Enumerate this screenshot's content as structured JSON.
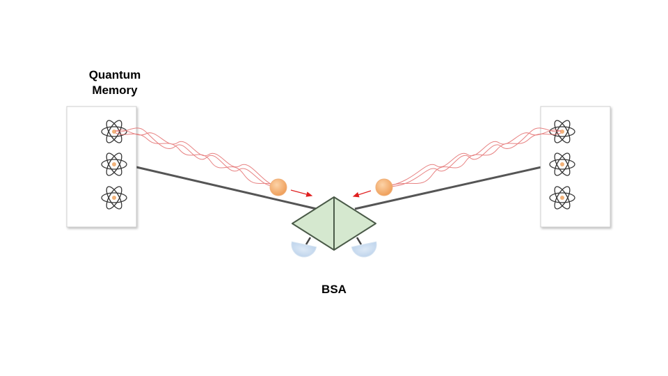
{
  "labels": {
    "quantum_memory_line1": "Quantum",
    "quantum_memory_line2": "Memory",
    "bsa": "BSA"
  },
  "colors": {
    "box_border": "#c9c9c9",
    "fiber": "#555555",
    "photon_wave": "#e36a6a",
    "photon": "#f3ae6e",
    "arrow": "#e02020",
    "bsa_fill": "#d5e8cf",
    "bsa_stroke": "#4a5a48",
    "detector": "#c9dcef",
    "atom_orbit": "#333333",
    "atom_nucleus": "#f2b27a"
  },
  "icons": {
    "atom": "atom-icon",
    "photon": "photon-icon",
    "detector": "detector-icon",
    "beam_splitter": "beam-splitter-icon"
  }
}
